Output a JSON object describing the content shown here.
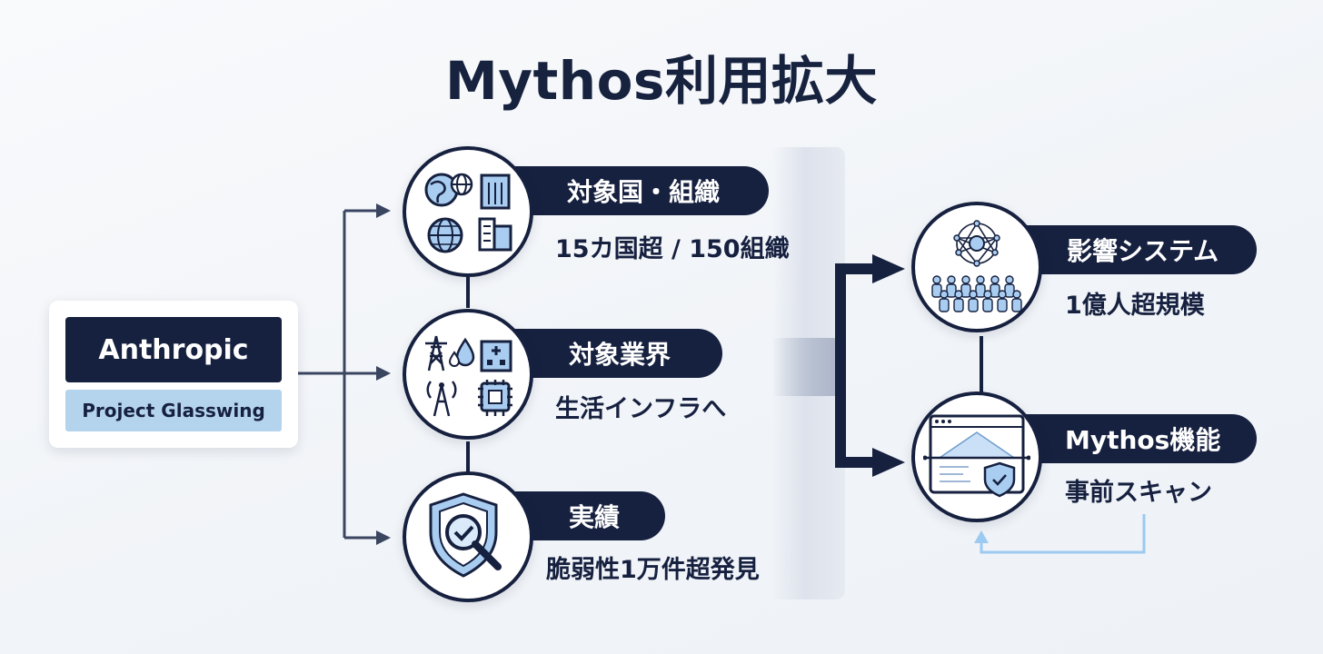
{
  "title": "Mythos利用拡大",
  "source": {
    "name": "Anthropic",
    "sub": "Project Glasswing"
  },
  "nodes": [
    {
      "id": "targets",
      "label": "対象国・組織",
      "desc": "15カ国超 / 150組織",
      "icon": "globe-buildings-icon"
    },
    {
      "id": "industries",
      "label": "対象業界",
      "desc": "生活インフラへ",
      "icon": "infrastructure-icon"
    },
    {
      "id": "results",
      "label": "実績",
      "desc": "脆弱性1万件超発見",
      "icon": "shield-magnifier-icon"
    },
    {
      "id": "impact",
      "label": "影響システム",
      "desc": "1億人超規模",
      "icon": "network-people-icon"
    },
    {
      "id": "capability",
      "label": "Mythos機能",
      "desc": "事前スキャン",
      "icon": "scan-window-shield-icon"
    }
  ],
  "colors": {
    "navy": "#16203f",
    "light_blue": "#b4d4ee",
    "icon_fill": "#a9cdf0",
    "loop_arrow": "#9ccaf0"
  }
}
